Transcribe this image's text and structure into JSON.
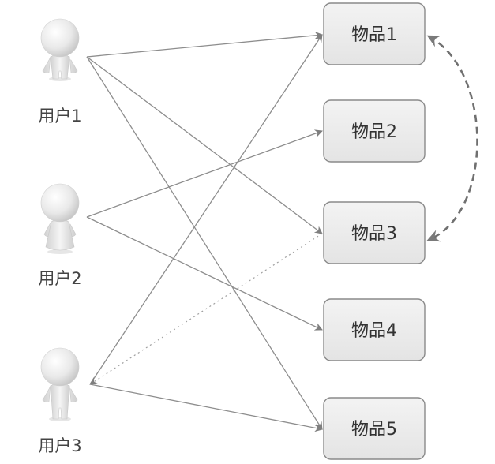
{
  "users": [
    {
      "id": "u1",
      "label": "用户1"
    },
    {
      "id": "u2",
      "label": "用户2"
    },
    {
      "id": "u3",
      "label": "用户3"
    }
  ],
  "items": [
    {
      "id": "i1",
      "label": "物品1"
    },
    {
      "id": "i2",
      "label": "物品2"
    },
    {
      "id": "i3",
      "label": "物品3"
    },
    {
      "id": "i4",
      "label": "物品4"
    },
    {
      "id": "i5",
      "label": "物品5"
    }
  ],
  "edges": [
    {
      "from": "u1",
      "to": "i1",
      "style": "solid"
    },
    {
      "from": "u1",
      "to": "i3",
      "style": "solid"
    },
    {
      "from": "u1",
      "to": "i5",
      "style": "solid"
    },
    {
      "from": "u2",
      "to": "i2",
      "style": "solid"
    },
    {
      "from": "u2",
      "to": "i4",
      "style": "solid"
    },
    {
      "from": "u3",
      "to": "i1",
      "style": "solid"
    },
    {
      "from": "u3",
      "to": "i5",
      "style": "solid"
    },
    {
      "from": "i3",
      "to": "u3",
      "style": "dotted"
    }
  ],
  "similarity_link": {
    "from": "i1",
    "to": "i3",
    "style": "dashed"
  },
  "colors": {
    "box_fill": "#ececec",
    "box_stroke": "#8a8a8a",
    "edge": "#8d8d8d",
    "text": "#333333"
  }
}
